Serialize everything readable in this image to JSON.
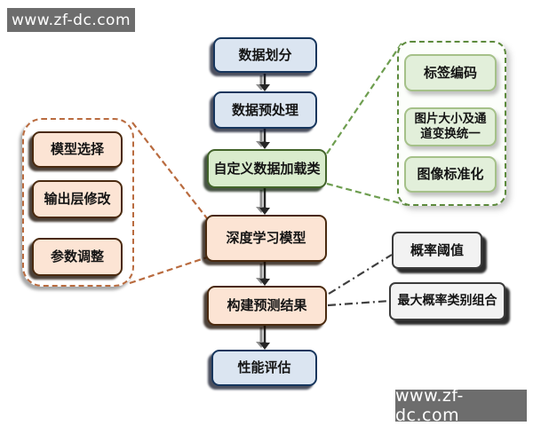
{
  "watermarks": {
    "top": "www.zf-dc.com",
    "bottom": "www.zf-dc.com"
  },
  "colors": {
    "watermark_bg": "#6d6d6d",
    "blue_fill": "#dbe5f1",
    "blue_border": "#17365d",
    "green_fill": "#d9eccd",
    "green_border": "#42632a",
    "orange_fill": "#fce4d4",
    "orange_border": "#4a2a0f",
    "gray_fill": "#f2f2f2",
    "gray_border": "#3b3b3b",
    "subgreen_fill": "#e2efda",
    "subgreen_border": "#a5c189",
    "left_group_dash": "#b96b3f",
    "right_group_dash": "#5c8a3c",
    "dashdot_line": "#3f3f3f",
    "arrow": "#262626"
  },
  "flow": {
    "nodes": [
      {
        "id": "data-split",
        "label": "数据划分",
        "type": "blue"
      },
      {
        "id": "preprocess",
        "label": "数据预处理",
        "type": "blue"
      },
      {
        "id": "custom-loader",
        "label": "自定义数据加载类",
        "type": "green"
      },
      {
        "id": "dl-model",
        "label": "深度学习模型",
        "type": "orange"
      },
      {
        "id": "build-pred",
        "label": "构建预测结果",
        "type": "orange"
      },
      {
        "id": "perf-eval",
        "label": "性能评估",
        "type": "blue"
      }
    ]
  },
  "left_group": {
    "items": [
      {
        "id": "model-select",
        "label": "模型选择"
      },
      {
        "id": "output-layer",
        "label": "输出层修改"
      },
      {
        "id": "param-tune",
        "label": "参数调整"
      }
    ]
  },
  "right_group": {
    "items": [
      {
        "id": "label-encode",
        "label": "标签编码"
      },
      {
        "id": "img-resize",
        "label": "图片大小及通道变换统一"
      },
      {
        "id": "img-norm",
        "label": "图像标准化"
      }
    ]
  },
  "result_group": {
    "items": [
      {
        "id": "prob-threshold",
        "label": "概率阈值"
      },
      {
        "id": "max-prob-combo",
        "label": "最大概率类别组合"
      }
    ]
  },
  "edges": [
    {
      "from": "data-split",
      "to": "preprocess",
      "style": "solid-arrow"
    },
    {
      "from": "preprocess",
      "to": "custom-loader",
      "style": "solid-arrow"
    },
    {
      "from": "custom-loader",
      "to": "dl-model",
      "style": "solid-arrow"
    },
    {
      "from": "dl-model",
      "to": "build-pred",
      "style": "solid-arrow"
    },
    {
      "from": "build-pred",
      "to": "perf-eval",
      "style": "solid-arrow"
    },
    {
      "from": "left-group",
      "to": "dl-model",
      "style": "dashed-orange"
    },
    {
      "from": "custom-loader",
      "to": "right-group",
      "style": "dashed-green"
    },
    {
      "from": "build-pred",
      "to": "prob-threshold",
      "style": "dash-dot"
    },
    {
      "from": "build-pred",
      "to": "max-prob-combo",
      "style": "dash-dot"
    }
  ]
}
